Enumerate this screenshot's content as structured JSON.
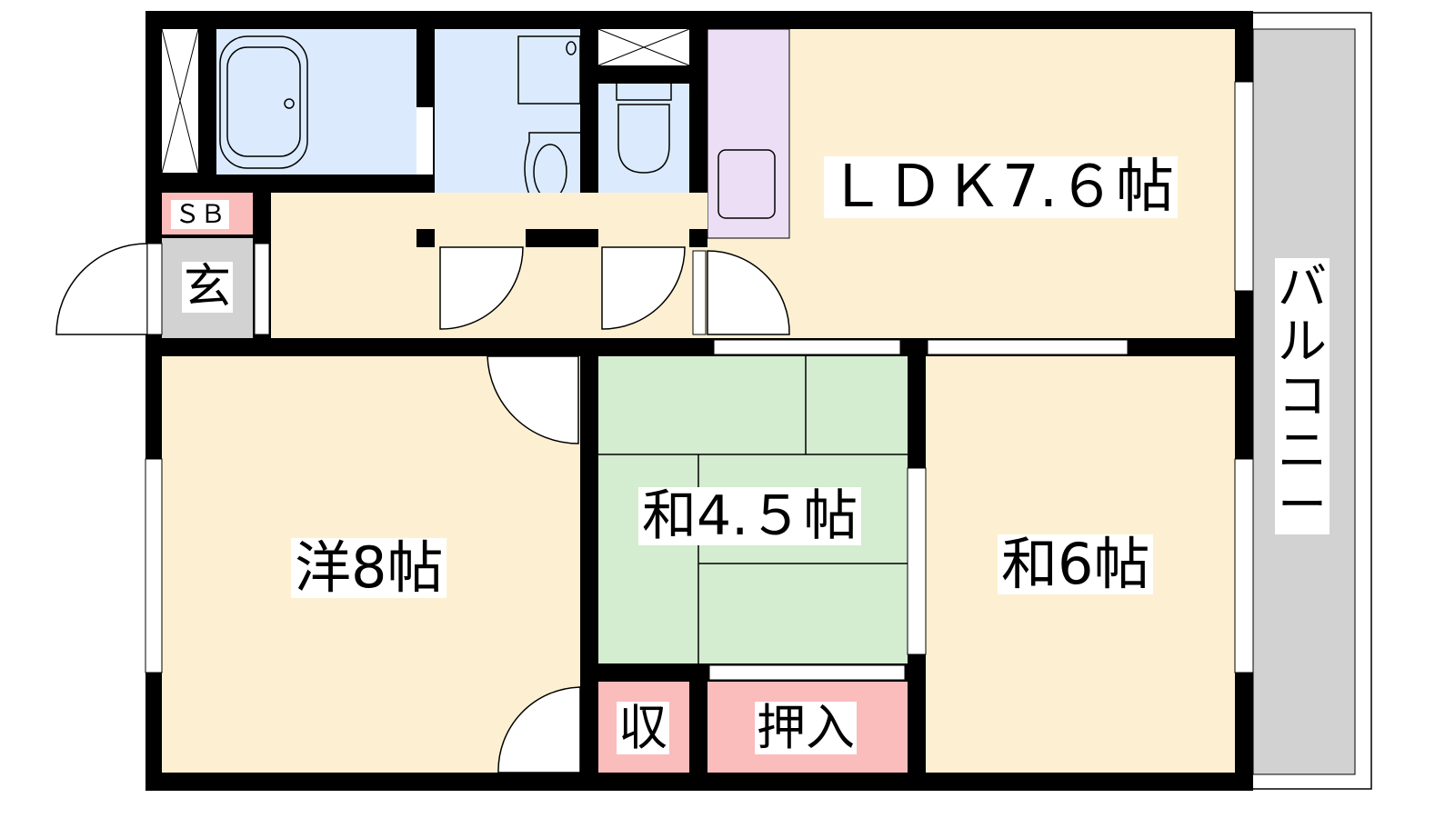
{
  "rooms": {
    "ldk": "ＬＤＫ7.６帖",
    "western": "洋8帖",
    "japanese_small": "和4.５帖",
    "japanese_large": "和6帖",
    "storage": "収",
    "closet": "押入",
    "entrance": "玄",
    "shoe_box": "ＳＢ",
    "balcony": "バルコニー"
  },
  "colors": {
    "floor": "#fdf0d2",
    "wet": "#dbebfd",
    "kitchen": "#ecdff5",
    "tatami": "#d4ecd0",
    "storage": "#fbbcbc",
    "entrance": "#d2d2d2",
    "balcony": "#d2d2d2"
  }
}
